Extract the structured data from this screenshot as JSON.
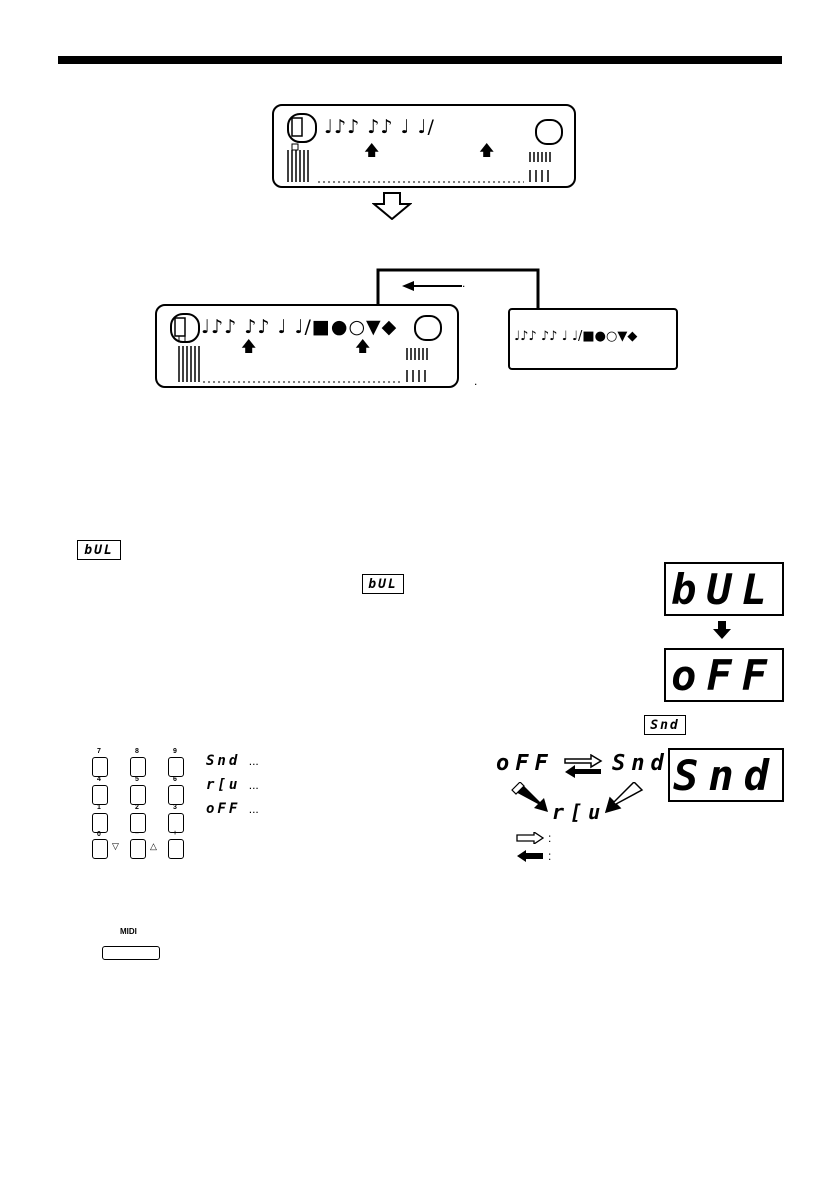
{
  "keyboard_top": {
    "notes": "♩♪♪ ♪♪ ♩ ♩/"
  },
  "keyboard_bottom": {
    "notes": "♩♪♪ ♪♪ ♩ ♩/■●○▼◆"
  },
  "callout": {
    "notes": "♩♪♪ ♪♪ ♩ ♩/■●○▼◆"
  },
  "small_dot": ".",
  "lcd_inline_1": "bUL",
  "lcd_inline_2": "bUL",
  "lcd_inline_snd": "Snd",
  "display_1": "bUL",
  "display_2": "oFF",
  "display_3": "Snd",
  "mode_list": [
    {
      "code": "Snd",
      "dots": "..."
    },
    {
      "code": "r[u",
      "dots": "..."
    },
    {
      "code": "oFF",
      "dots": "..."
    }
  ],
  "cycle": {
    "off": "oFF",
    "snd": "Snd",
    "rcu": "r[u"
  },
  "legend": {
    "colon_1": ":",
    "colon_2": ":"
  },
  "keypad": {
    "row1": [
      "7",
      "8",
      "9"
    ],
    "row2": [
      "4",
      "5",
      "6"
    ],
    "row3": [
      "1",
      "2",
      "3"
    ],
    "row4": [
      "0",
      "–",
      "+"
    ],
    "down_mark": "▽",
    "up_mark": "△"
  },
  "midi_label": "MIDI"
}
